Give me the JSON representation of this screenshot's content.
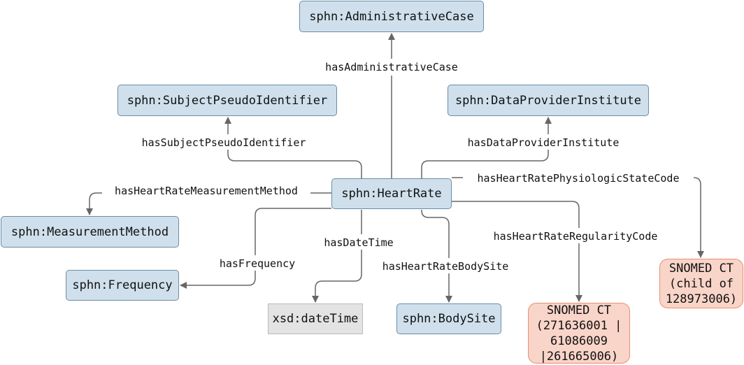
{
  "nodes": {
    "administrative_case": "sphn:AdministrativeCase",
    "subject_pseudo_identifier": "sphn:SubjectPseudoIdentifier",
    "data_provider_institute": "sphn:DataProviderInstitute",
    "heart_rate": "sphn:HeartRate",
    "measurement_method": "sphn:MeasurementMethod",
    "frequency": "sphn:Frequency",
    "datetime": "xsd:dateTime",
    "body_site": "sphn:BodySite",
    "regularity_terms": "SNOMED CT\n(271636001 |\n61086009\n|261665006)",
    "physiologic_state_terms": "SNOMED CT\n(child of\n128973006)"
  },
  "edges": {
    "has_administrative_case": "hasAdministrativeCase",
    "has_subject_pseudo_identifier": "hasSubjectPseudoIdentifier",
    "has_data_provider_institute": "hasDataProviderInstitute",
    "has_physiologic_state_code": "hasHeartRatePhysiologicStateCode",
    "has_measurement_method": "hasHeartRateMeasurementMethod",
    "has_datetime": "hasDateTime",
    "has_frequency": "hasFrequency",
    "has_regularity_code": "hasHeartRateRegularityCode",
    "has_body_site": "hasHeartRateBodySite"
  },
  "colors": {
    "class_fill": "#cfe0ec",
    "class_border": "#6c8ba5",
    "datatype_fill": "#e3e3e3",
    "terminology_fill": "#f9d4c8",
    "terminology_border": "#e88f74",
    "edge": "#666666"
  }
}
